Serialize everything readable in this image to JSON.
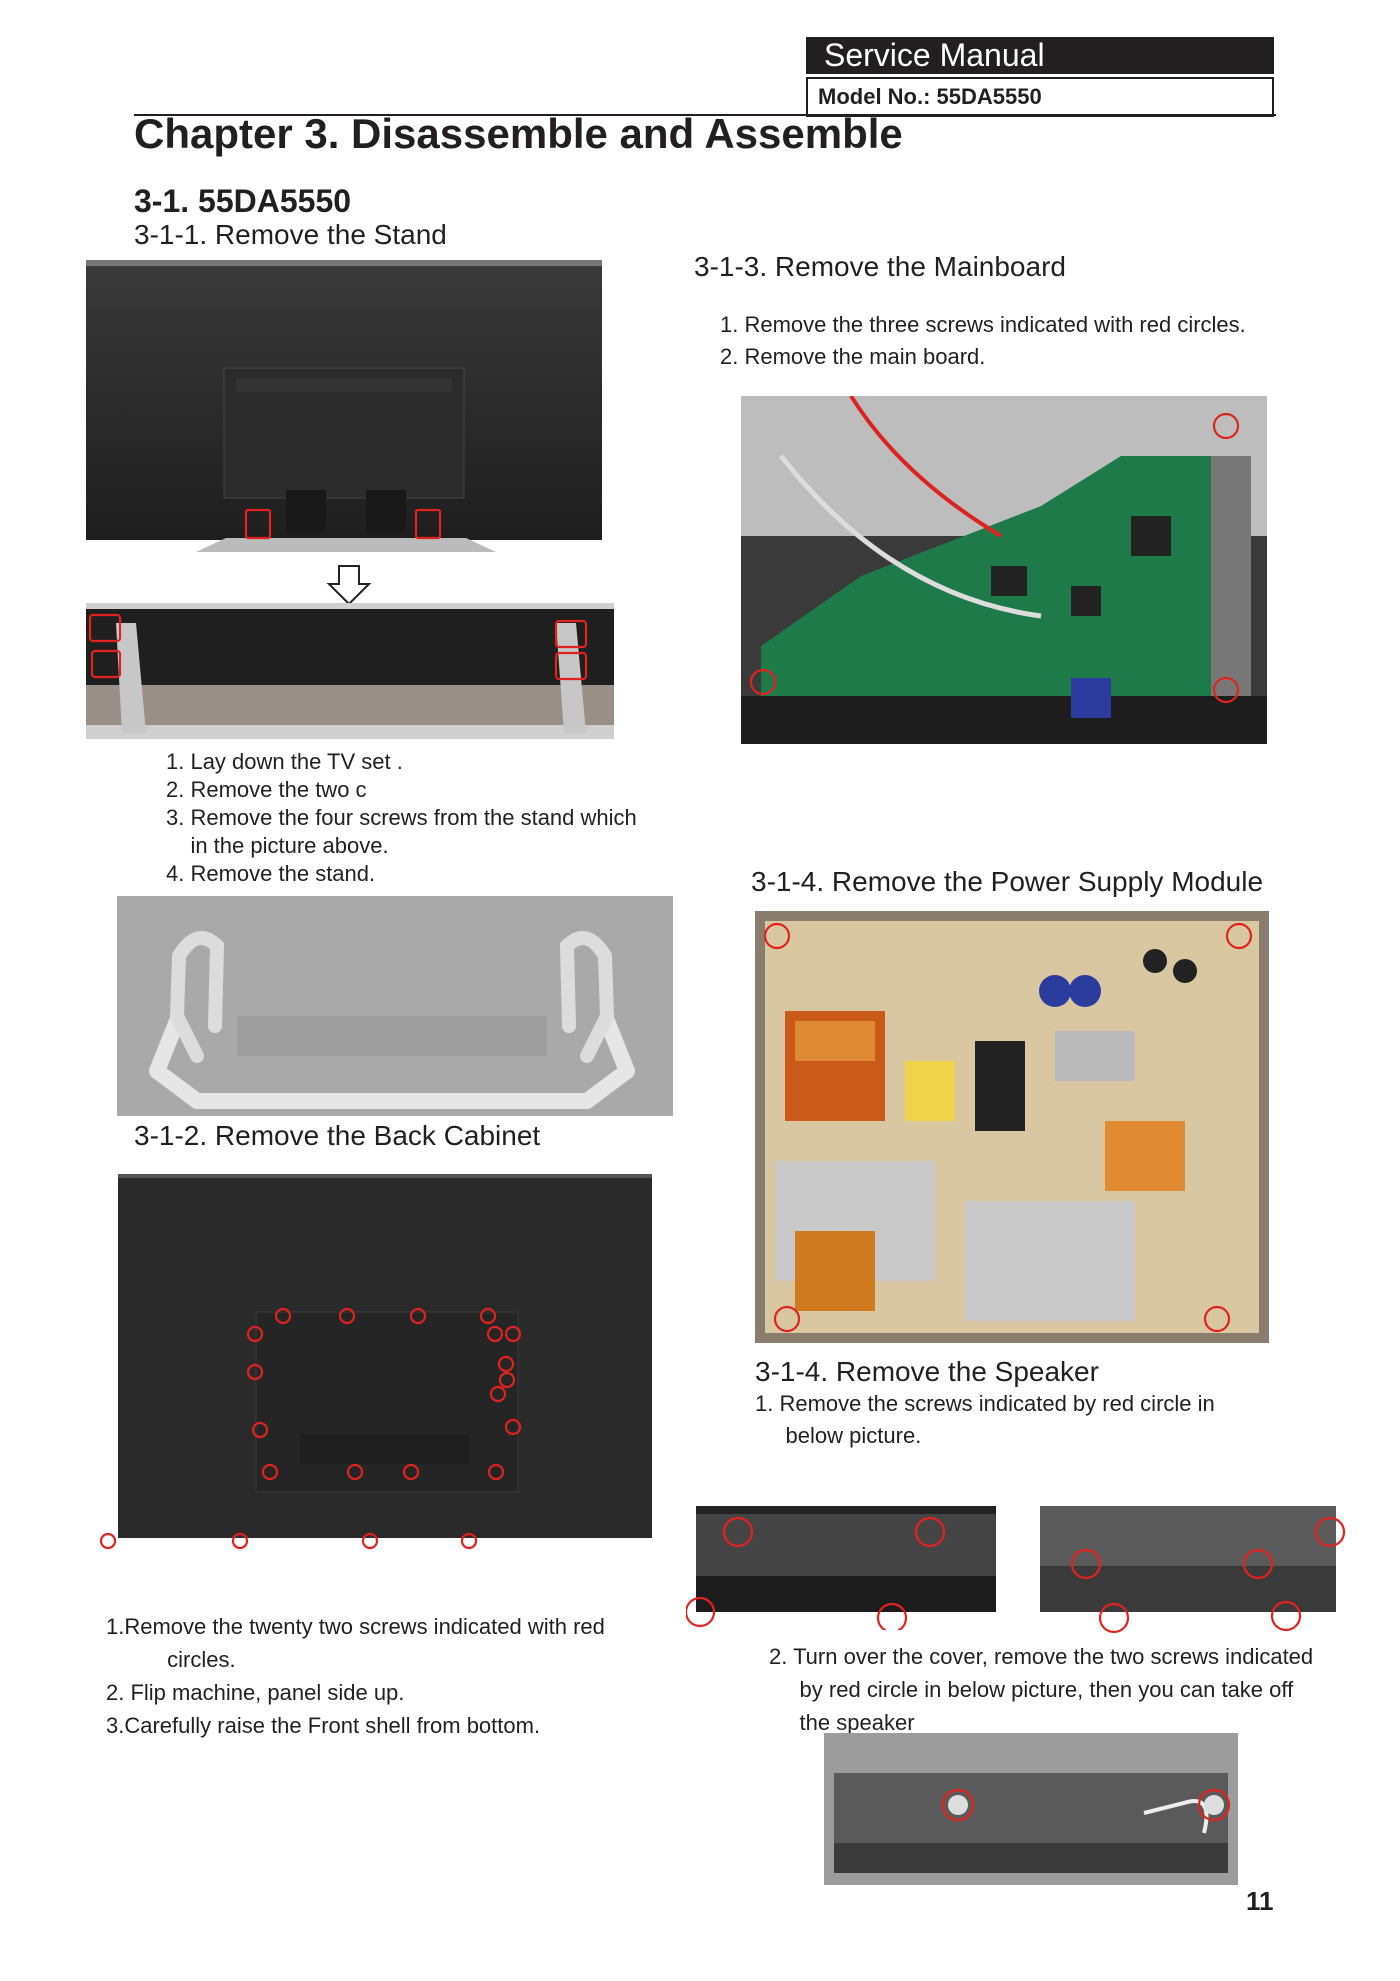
{
  "header": {
    "manual_label": "Service Manual",
    "model_label": "Model No.: 55DA5550"
  },
  "chapter_title": "Chapter 3. Disassemble and Assemble",
  "section_title": "3-1.  55DA5550",
  "stand": {
    "heading": "3-1-1. Remove the Stand",
    "steps": [
      "1. Lay down the TV set .",
      "2. Remove the two c",
      "3. Remove the four screws from the stand which",
      "    in the picture above.",
      "4. Remove the stand."
    ]
  },
  "back_cabinet": {
    "heading": "3-1-2. Remove the Back Cabinet",
    "steps": [
      "1.Remove the twenty two screws indicated with red",
      "          circles.",
      "2. Flip machine, panel side up.",
      "3.Carefully raise the Front shell from bottom."
    ]
  },
  "mainboard": {
    "heading": "3-1-3. Remove the Mainboard",
    "steps": [
      "1. Remove the three screws indicated with red circles.",
      "2. Remove the main board."
    ]
  },
  "power": {
    "heading": "3-1-4. Remove the Power Supply Module"
  },
  "speaker": {
    "heading": "3-1-4. Remove the Speaker",
    "step1": [
      "1. Remove the screws indicated by red circle in",
      "     below picture."
    ],
    "step2": [
      "2. Turn over the cover, remove the two screws indicated",
      "     by red circle in below picture, then you can take off",
      "     the speaker"
    ]
  },
  "page_number": "11",
  "colors": {
    "annotation_red": "#e0231f",
    "header_bg": "#231f20"
  }
}
